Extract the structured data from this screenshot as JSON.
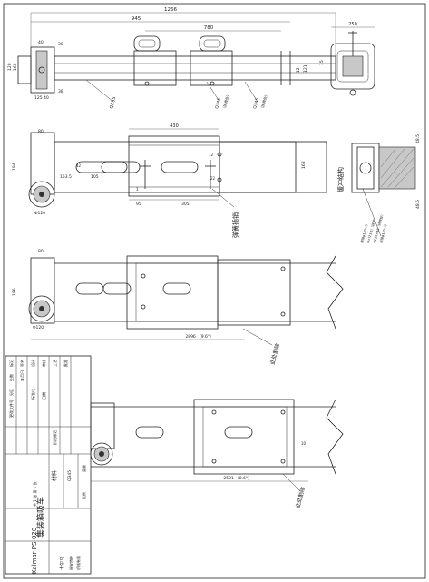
{
  "dims": {
    "top": {
      "d1266": "1266",
      "d945": "945",
      "d780": "780",
      "d40a": "40",
      "d38a": "38",
      "d120": "120",
      "d160": "160",
      "d38b": "38",
      "d125": "125",
      "d40b": "40",
      "d12a": "12",
      "d121": "121",
      "d15": "15",
      "d250": "250"
    },
    "mid1": {
      "d430": "430",
      "d80": "80",
      "d42": "42",
      "d153": "153.5",
      "d105": "105",
      "d194": "194",
      "d95": "95",
      "d305": "305",
      "d12b": "12",
      "d22": "22",
      "d1": "1",
      "d168": "168",
      "phi120": "Φ120"
    },
    "mid2": {
      "d80": "80",
      "d196": "196",
      "phi120": "Φ120",
      "d2896": "2896 （9.6°）"
    },
    "bottom": {
      "d2591": "2591 （8.6°）",
      "d10": "10"
    },
    "side": {
      "d48a": "48.5",
      "d48b": "48.5"
    }
  },
  "callouts": {
    "q235": "Q235",
    "q345": "Q345",
    "q345_note": "（拼焊处）",
    "q345b": "Q345",
    "q345b_note": "（拼焊处）",
    "spring_pin": "弹簧插销",
    "cut_here_1": "此处割除",
    "cut_here_2": "此处割除",
    "cushion": "缓冲结构",
    "side_note_1": "焊接φ120×3",
    "side_note_2": "N×(23.5)（拼焊）",
    "side_note_3": "Q235×16（拼焊处）",
    "side_note_4": "铰接φ120×6"
  },
  "title_block": {
    "title": "集装箱吸车",
    "material": "材料",
    "weight": "重量",
    "scale": "比例",
    "mat_value": "Q345",
    "company_1": "卡尔马",
    "company_2": "福安特种",
    "company_3": "机械有限",
    "drawing_no": "Kalmar-PS-020",
    "sheet_info": "共 1 张 第 1 张",
    "rows": [
      "标记",
      "处数",
      "分区",
      "更改文件号",
      "签名",
      "年月日"
    ],
    "roles": [
      "设计",
      "审核",
      "工艺",
      "批准"
    ],
    "std": "标准化",
    "date": "日期",
    "stage": "阶段标记"
  }
}
